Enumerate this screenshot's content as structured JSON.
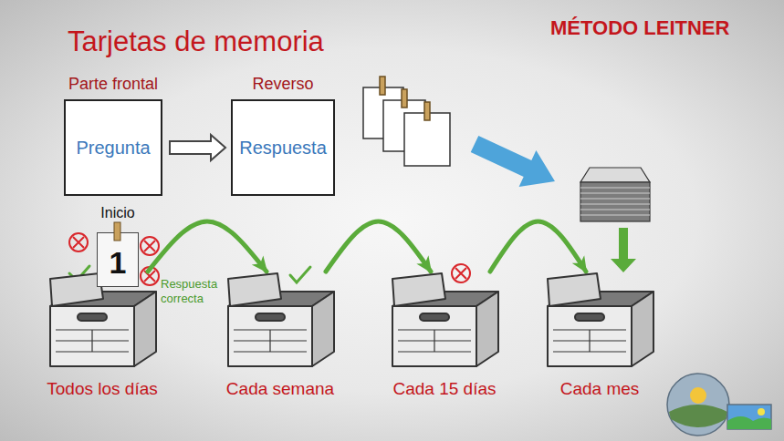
{
  "diagram": {
    "title": "Tarjetas de memoria",
    "nodes": [
      {
        "text": [
          "Parte frontal",
          "Pregunta"
        ]
      },
      {
        "text": [
          "Reverso",
          "Respuesta"
        ]
      },
      {
        "text": [
          "Inicio",
          "1"
        ]
      },
      {
        "text": [
          "Todos los días"
        ]
      },
      {
        "text": [
          "Cada semana"
        ]
      },
      {
        "text": [
          "Cada 15 días"
        ]
      },
      {
        "text": [
          "Cada mes"
        ]
      }
    ],
    "edges": [
      {
        "from": 0,
        "to": 1,
        "arrow": "to"
      },
      {
        "from": 3,
        "to": 4,
        "label": "Respuesta correcta",
        "arrow": "to"
      },
      {
        "from": 4,
        "to": 5,
        "arrow": "to"
      },
      {
        "from": 5,
        "to": 6,
        "arrow": "to"
      }
    ],
    "labels": [
      "MÉTODO LEITNER"
    ]
  }
}
